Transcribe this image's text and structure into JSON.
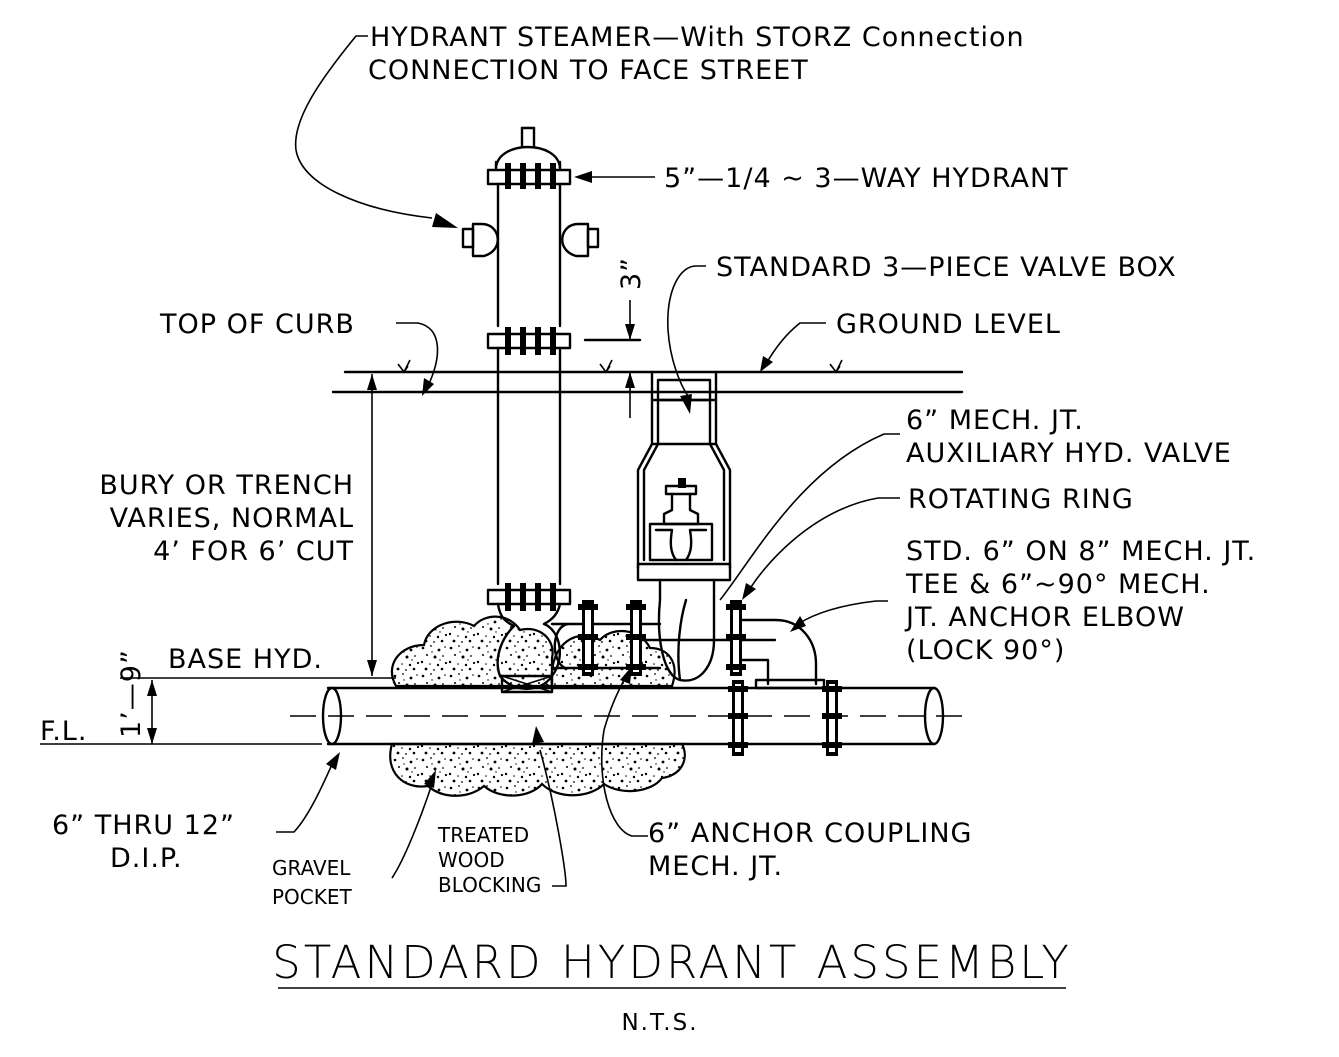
{
  "drawing": {
    "title": "STANDARD HYDRANT ASSEMBLY",
    "scale_note": "N.T.S."
  },
  "labels": {
    "steamer_1": "HYDRANT STEAMER—With STORZ Connection",
    "steamer_2": "CONNECTION TO FACE STREET",
    "hydrant_3way": "5”—1/4 ~ 3—WAY HYDRANT",
    "valve_box": "STANDARD 3—PIECE VALVE BOX",
    "dim_3in": "3”",
    "top_of_curb": "TOP OF CURB",
    "ground_level": "GROUND LEVEL",
    "aux_valve_1": "6” MECH. JT.",
    "aux_valve_2": "AUXILIARY HYD. VALVE",
    "rotating_ring": "ROTATING RING",
    "tee_1": "STD. 6” ON 8” MECH. JT.",
    "tee_2": "TEE & 6”~90° MECH.",
    "tee_3": "JT. ANCHOR ELBOW",
    "tee_4": "(LOCK 90°)",
    "bury_1": "BURY OR TRENCH",
    "bury_2": "VARIES, NORMAL",
    "bury_3": "4’ FOR 6’ CUT",
    "base_hyd": "BASE HYD.",
    "dim_1_9": "1’—9”",
    "fl": "F.L.",
    "dip_1": "6” THRU 12”",
    "dip_2": "D.I.P.",
    "gravel_1": "GRAVEL",
    "gravel_2": "POCKET",
    "wood_1": "TREATED",
    "wood_2": "WOOD",
    "wood_3": "BLOCKING",
    "coupling_1": "6” ANCHOR COUPLING",
    "coupling_2": "MECH. JT."
  }
}
